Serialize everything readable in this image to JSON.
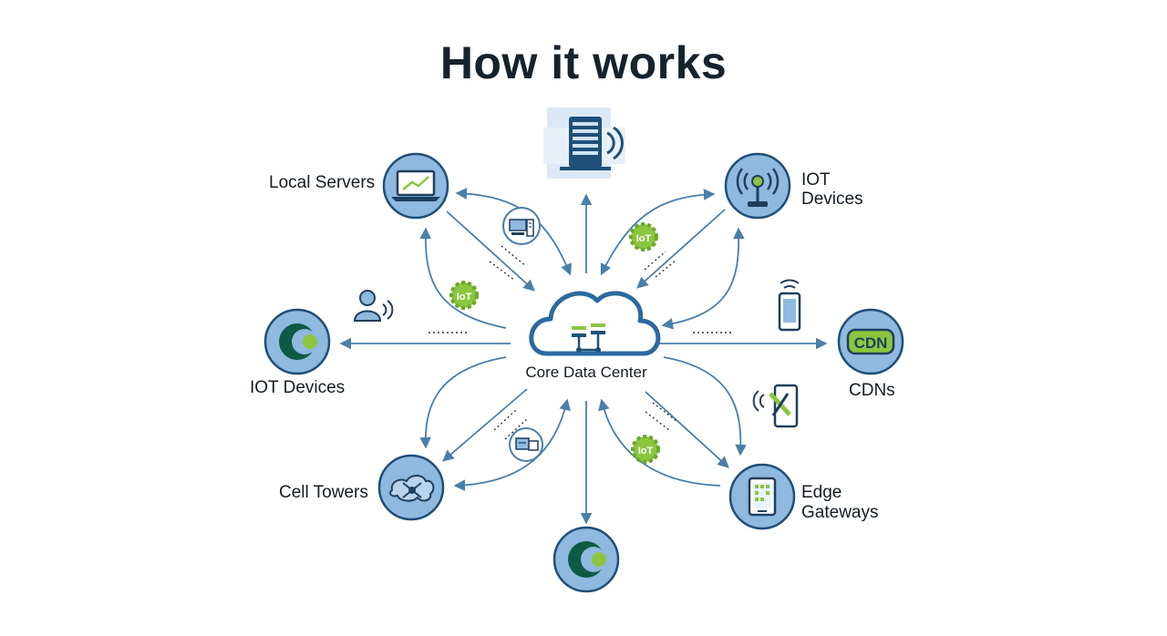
{
  "title": "How it works",
  "center": {
    "label": "Core Data Center",
    "icon": "cloud-network-icon"
  },
  "nodes": {
    "local_servers": {
      "label": "Local Servers",
      "icon": "laptop-chart-icon"
    },
    "iot_devices_top": {
      "label_line1": "IOT",
      "label_line2": "Devices",
      "icon": "antenna-joystick-icon"
    },
    "iot_devices_left": {
      "label": "IOT Devices",
      "icon": "crescent-logo-icon"
    },
    "cdns": {
      "label": "CDNs",
      "icon": "cdn-badge-icon",
      "badge_text": "CDN"
    },
    "cell_towers": {
      "label": "Cell Towers",
      "icon": "network-nodes-icon"
    },
    "edge_gateways": {
      "label_line1": "Edge",
      "label_line2": "Gateways",
      "icon": "tablet-grid-icon"
    },
    "bottom_node": {
      "icon": "crescent-logo-icon"
    },
    "top_node": {
      "icon": "server-building-wireless-icon"
    }
  },
  "badges": {
    "iot_text": "IoT"
  },
  "colors": {
    "arrow": "#4a7fa8",
    "node_fill": "#8fb9df",
    "node_ring": "#1f4f78",
    "accent_green": "#8cc63f",
    "dark_green": "#0e5a45",
    "text": "#16222c"
  }
}
